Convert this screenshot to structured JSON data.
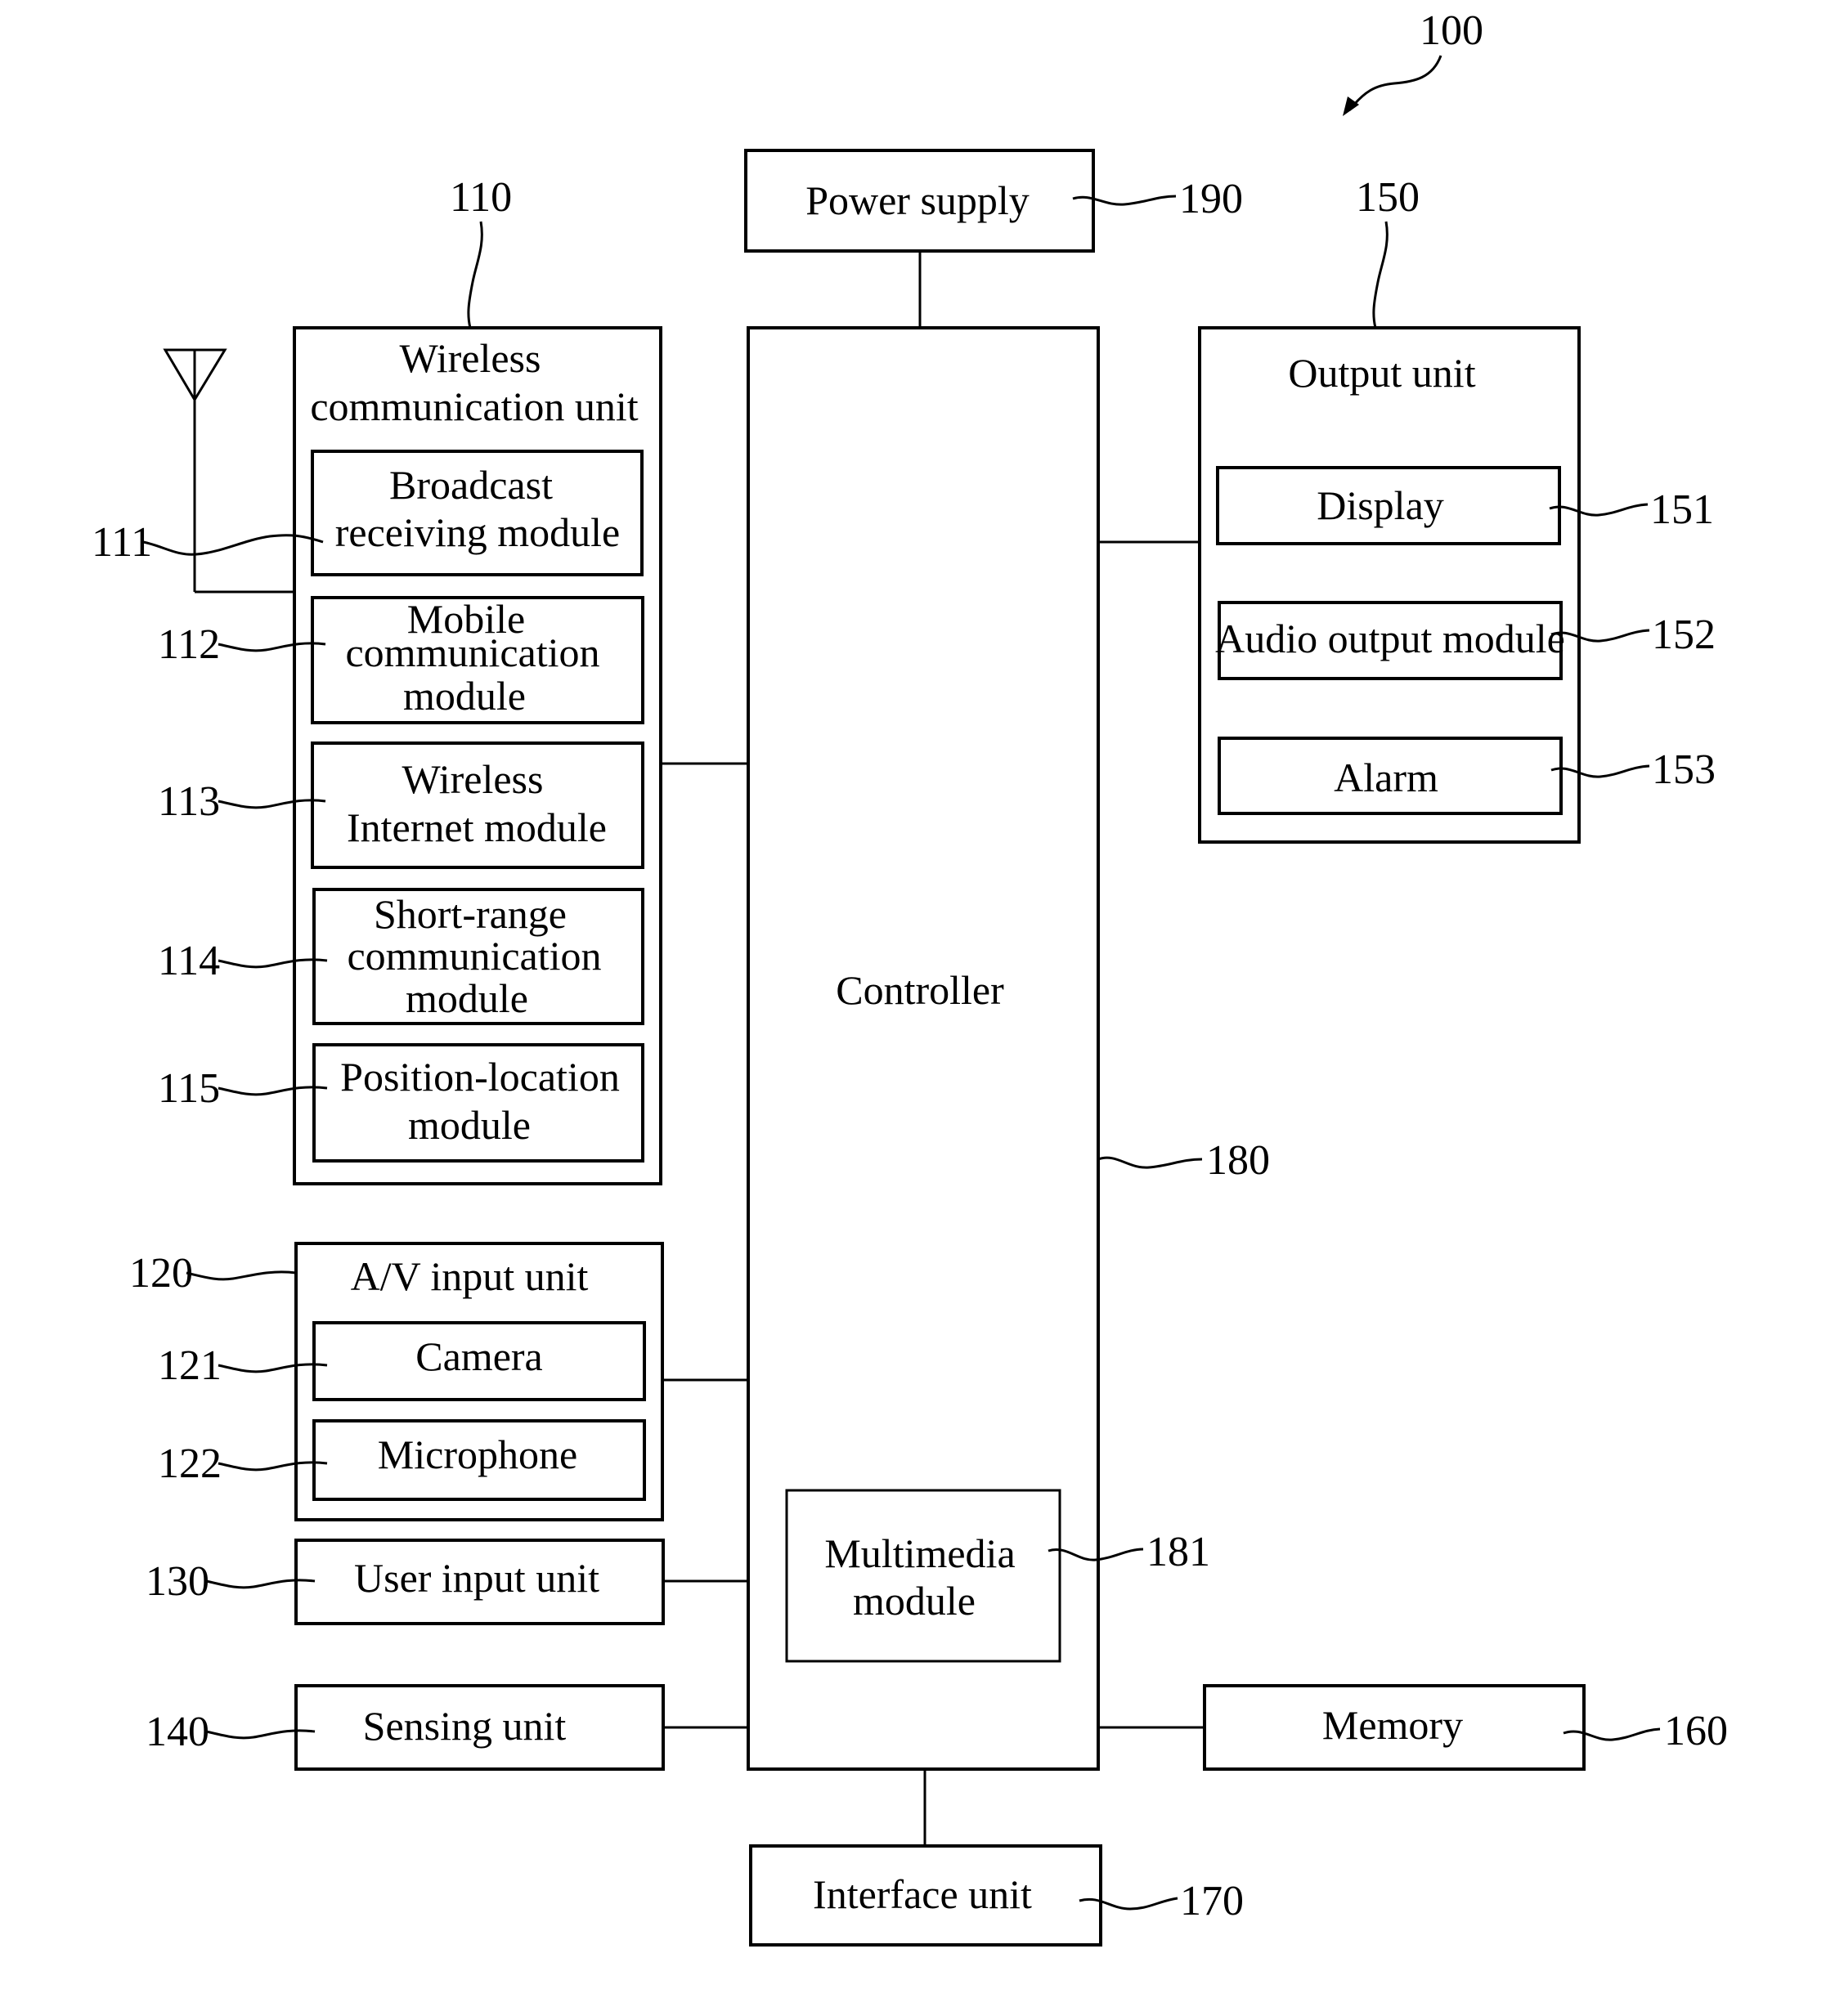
{
  "figure": {
    "ref": "100",
    "colors": {
      "line": "#000000",
      "background": "#ffffff"
    }
  },
  "wireless_unit": {
    "ref": "110",
    "title_lines": [
      "Wireless",
      "communication unit"
    ],
    "antenna_icon": "antenna-icon",
    "modules": [
      {
        "ref": "111",
        "lines": [
          "Broadcast",
          "receiving module"
        ]
      },
      {
        "ref": "112",
        "lines": [
          "Mobile",
          "communication",
          "module"
        ]
      },
      {
        "ref": "113",
        "lines": [
          "Wireless",
          "Internet module"
        ]
      },
      {
        "ref": "114",
        "lines": [
          "Short-range",
          "communication",
          "module"
        ]
      },
      {
        "ref": "115",
        "lines": [
          "Position-location",
          "module"
        ]
      }
    ]
  },
  "av_input_unit": {
    "ref": "120",
    "title": "A/V input unit",
    "modules": [
      {
        "ref": "121",
        "label": "Camera"
      },
      {
        "ref": "122",
        "label": "Microphone"
      }
    ]
  },
  "user_input_unit": {
    "ref": "130",
    "label": "User input unit"
  },
  "sensing_unit": {
    "ref": "140",
    "label": "Sensing unit"
  },
  "output_unit": {
    "ref": "150",
    "title": "Output unit",
    "modules": [
      {
        "ref": "151",
        "label": "Display"
      },
      {
        "ref": "152",
        "label": "Audio output module"
      },
      {
        "ref": "153",
        "label": "Alarm"
      }
    ]
  },
  "memory": {
    "ref": "160",
    "label": "Memory"
  },
  "interface_unit": {
    "ref": "170",
    "label": "Interface unit"
  },
  "controller": {
    "ref": "180",
    "label": "Controller",
    "multimedia": {
      "ref": "181",
      "lines": [
        "Multimedia",
        "module"
      ]
    }
  },
  "power_supply": {
    "ref": "190",
    "label": "Power supply"
  }
}
